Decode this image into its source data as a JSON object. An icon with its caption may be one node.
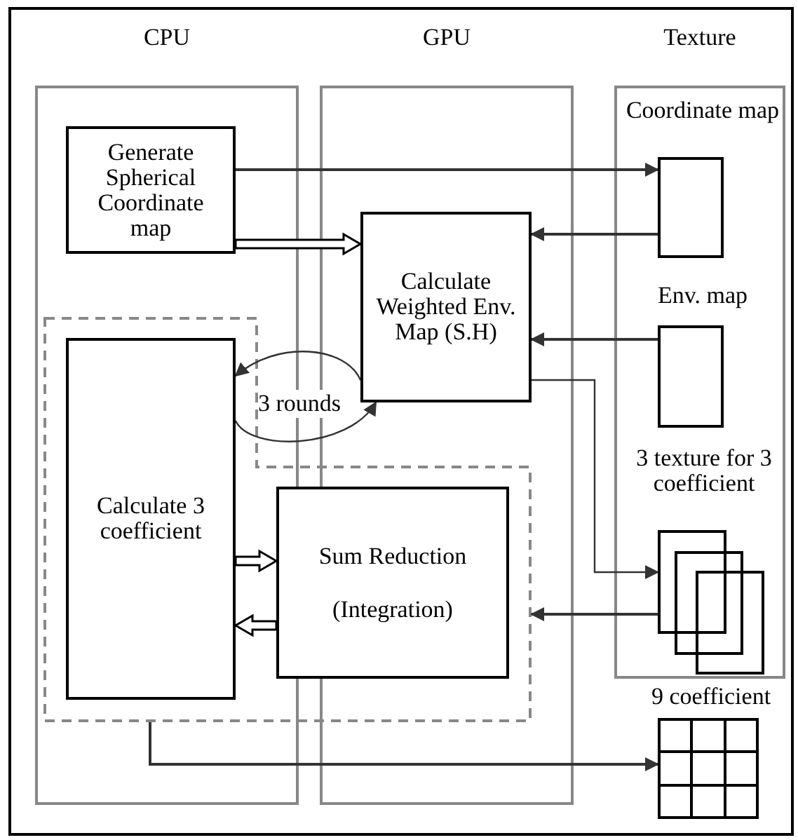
{
  "diagram": {
    "nodes": [
      {
        "text": [
          "CPU"
        ]
      },
      {
        "text": [
          "GPU"
        ]
      },
      {
        "text": [
          "Texture"
        ]
      },
      {
        "text": [
          "Generate Spherical Coordinate map"
        ],
        "in": 0
      },
      {
        "text": [
          "Coordinate map"
        ],
        "in": 2
      },
      {
        "text": [
          "Calculate Weighted Env. Map (S.H)"
        ],
        "in": 1
      },
      {
        "text": [
          "Env. map"
        ],
        "in": 2
      },
      {
        "text": [],
        "shape": "box"
      },
      {
        "text": [
          "Calculate 3 coefficient"
        ]
      },
      {
        "text": [
          "Sum Reduction",
          "(Integration)"
        ],
        "in": 7
      },
      {
        "text": [
          "3 texture for 3 coefficient"
        ],
        "in": 2
      },
      {
        "text": [
          "9 coefficient"
        ]
      }
    ],
    "edges": [
      {
        "from": 3,
        "to": 4,
        "arrow": "to"
      },
      {
        "from": 3,
        "to": 5,
        "arrow": "to",
        "style": "thick"
      },
      {
        "from": 4,
        "to": 5,
        "arrow": "to"
      },
      {
        "from": 6,
        "to": 5,
        "arrow": "to"
      },
      {
        "from": 5,
        "to": 10,
        "arrow": "to"
      },
      {
        "from": 10,
        "to": 7,
        "arrow": "to"
      },
      {
        "from": 8,
        "to": 9,
        "arrow": "to",
        "style": "thick"
      },
      {
        "from": 9,
        "to": 8,
        "arrow": "to",
        "style": "thick"
      },
      {
        "from": 7,
        "to": 11,
        "arrow": "to"
      },
      {
        "from": 5,
        "to": 8,
        "arrow": "to"
      },
      {
        "from": 8,
        "to": 5,
        "arrow": "to"
      }
    ],
    "labels": [
      "3 rounds"
    ]
  }
}
